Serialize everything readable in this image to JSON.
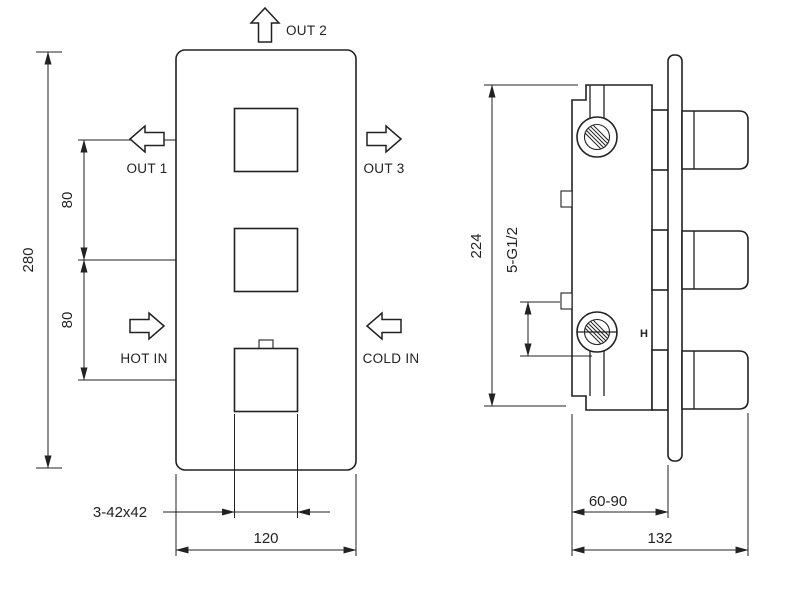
{
  "front_view": {
    "flow_labels": {
      "out2": "OUT 2",
      "out1": "OUT 1",
      "out3": "OUT 3",
      "hot_in": "HOT IN",
      "cold_in": "COLD IN"
    },
    "dimensions": {
      "overall_height": "280",
      "spacing_upper": "80",
      "spacing_lower": "80",
      "squares_label": "3-42x42",
      "overall_width": "120"
    }
  },
  "side_view": {
    "hot_marker": "H",
    "dimensions": {
      "body_height": "224",
      "thread_label": "5-G1/2",
      "depth_range": "60-90",
      "overall_depth": "132"
    }
  },
  "colors": {
    "line": "#222222",
    "background": "#ffffff"
  }
}
